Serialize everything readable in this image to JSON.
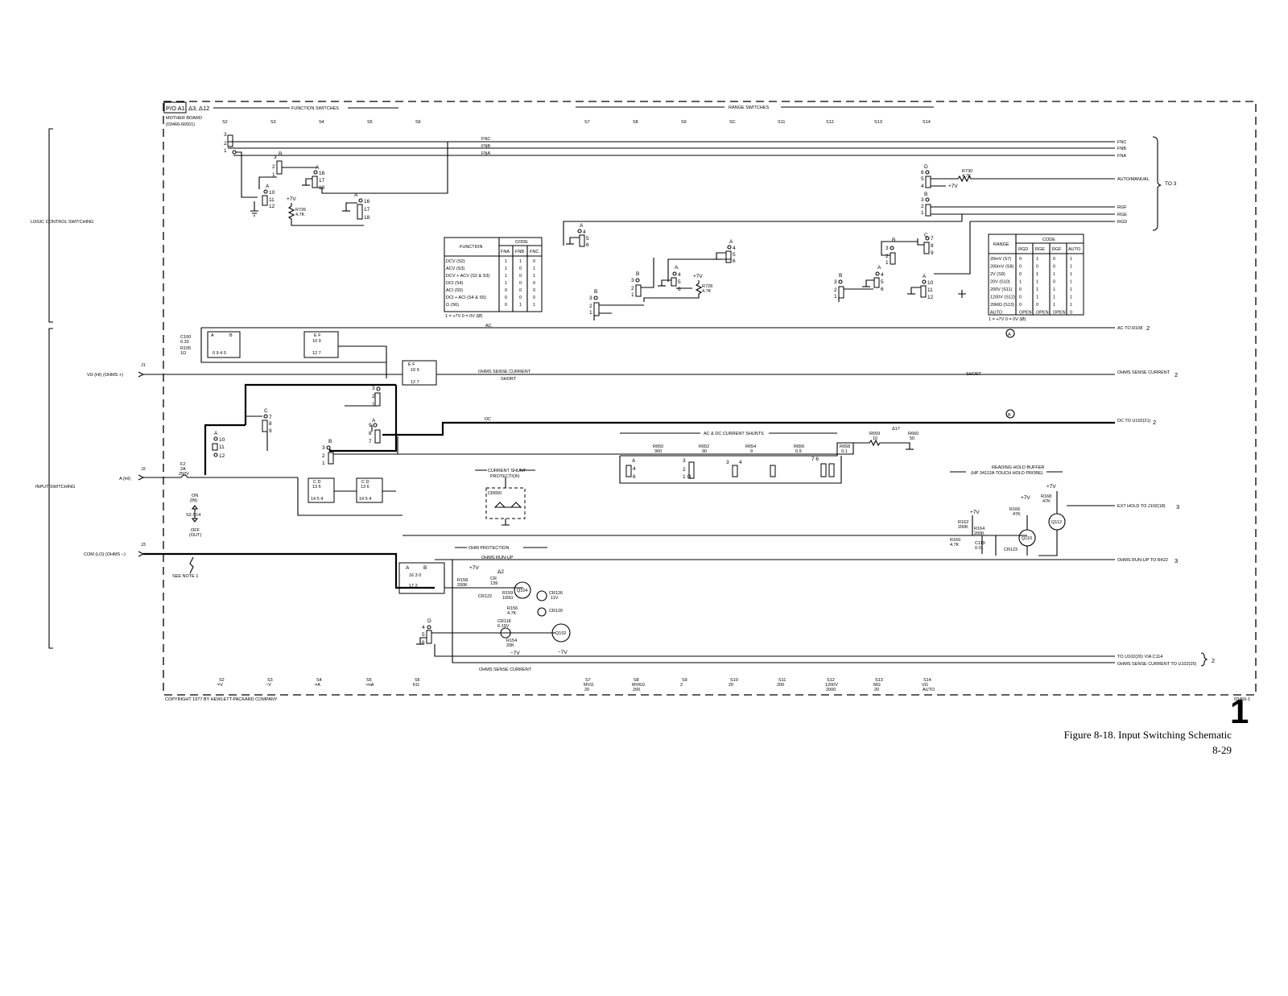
{
  "header": {
    "assembly": "P/O A1",
    "revision_marks": "Δ3, Δ12",
    "board_title": "MOTHER BOARD",
    "board_part": "(03466-66501)",
    "function_switches_label": "FUNCTION SWITCHES",
    "range_switches_label": "RANGE SWITCHES",
    "top_switches": [
      "S2",
      "S3",
      "S4",
      "S5",
      "S6",
      "S7",
      "S8",
      "S9",
      "SC",
      "S11",
      "S12",
      "S13",
      "S14"
    ]
  },
  "side_labels": {
    "logic": "LOGIC CONTROL SWITCHING",
    "input": "INPUT SWITCHING"
  },
  "buses": {
    "fnc": "FNC",
    "fnb": "FNB",
    "fna": "FNA",
    "auto_manual": "AUTO/MANUAL",
    "rgf": "RGF",
    "rge": "RGE",
    "rgd": "RGD",
    "to3": "TO 3",
    "r730": "R730",
    "r730_val": "4.7K",
    "plus7": "+7V",
    "r726": "R726",
    "r726_val": "4.7K",
    "r728": "R728",
    "r728_val": "4.7K"
  },
  "function_table": {
    "head_function": "FUNCTION",
    "head_code": "CODE",
    "cols": [
      "FNA",
      "FNB",
      "FNC"
    ],
    "rows": [
      [
        "DCV (S2)",
        "1",
        "1",
        "0"
      ],
      [
        "ACV (S3)",
        "1",
        "0",
        "1"
      ],
      [
        "DCV + ACV (S2 & S3)",
        "1",
        "0",
        "1"
      ],
      [
        "DCI (S4)",
        "1",
        "0",
        "0"
      ],
      [
        "ACI (S5)",
        "0",
        "0",
        "0"
      ],
      [
        "DCI + ACI (S4 & S5)",
        "0",
        "0",
        "0"
      ],
      [
        "Ω (S6)",
        "0",
        "1",
        "1"
      ]
    ],
    "legend": "1 = +7V   0 = 0V (Ø)"
  },
  "range_table": {
    "head_range": "RANGE",
    "head_code": "CODE",
    "cols": [
      "RGD",
      "RGE",
      "RGF",
      "AUTO"
    ],
    "rows": [
      [
        "20mV (S7)",
        "0",
        "1",
        "0",
        "1"
      ],
      [
        "200mV (S8)",
        "0",
        "0",
        "0",
        "1"
      ],
      [
        "2V (S9)",
        "0",
        "1",
        "1",
        "1"
      ],
      [
        "20V (S10)",
        "1",
        "1",
        "0",
        "1"
      ],
      [
        "200V (S11)",
        "0",
        "1",
        "1",
        "1"
      ],
      [
        "1200V (S12)",
        "0",
        "1",
        "1",
        "1"
      ],
      [
        "20MΩ (S13)",
        "0",
        "0",
        "1",
        "1"
      ],
      [
        "AUTO",
        "OPEN",
        "OPEN",
        "OPEN",
        "0"
      ]
    ],
    "legend": "1 = +7V   0 = 0V (Ø)"
  },
  "signals": {
    "ac": "AC",
    "ac_out": "AC TO R108",
    "ac_out_sheet": "2",
    "ohms_sense": "OHMS SENSE CURRENT",
    "ohms_sense_out": "OHMS SENSE CURRENT",
    "ohms_sense_sheet": "2",
    "short": "SHORT",
    "dc": "DC",
    "dc_out": "DC TO U102(21)",
    "dc_sheet": "2",
    "marker_a": "A",
    "marker_b": "B",
    "ext_hold": "EXT HOLD TO J102(18)",
    "ext_hold_sheet": "3",
    "ohms_runup_label": "OHMS RUN-UP",
    "ohms_runup_out": "OHMS RUN-UP TO R422",
    "ohms_runup_sheet": "3",
    "to_u102": "TO U102(26) VIA C114",
    "ohms_sense_u102": "OHMS SENSE CURRENT TO U102(25)",
    "bottom_sheet": "2",
    "ohms_sense_bottom": "OHMS SENSE CURRENT"
  },
  "inputs": {
    "vohm": "VΩ (HI) (OHMS +)",
    "amp": "A (HI)",
    "com": "COM (LO) (OHMS −)",
    "j1": "J1",
    "j2": "J2",
    "j3": "J3",
    "fuse": "F2",
    "fuse_rating": "2A",
    "fuse_volt": "250V",
    "on": "ON",
    "in": "(IN)",
    "s2s14": "S2-S14",
    "off": "OFF",
    "out": "(OUT)",
    "see_note": "SEE NOTE 1"
  },
  "components": {
    "c100": "C100",
    "c100_val": "0.33",
    "r105": "R105",
    "r105_val": "1Ω",
    "shunts_title": "AC & DC CURRENT SHUNTS",
    "r650": "R650",
    "r650_val": "900",
    "r652": "R652",
    "r652_val": "90",
    "r654": "R654",
    "r654_val": "9",
    "r656": "R656",
    "r656_val": "0.9",
    "r658": "R658",
    "r658_val": "0.1",
    "r659": "R659",
    "r659_val": "10",
    "r660": "R660",
    "r660_val": "50",
    "cs_prot1": "CURRENT SHUNT",
    "cs_prot2": "PROTECTION",
    "cr650": "CR650",
    "ohm_prot": "OHM PROTECTION",
    "rhb1": "READING HOLD BUFFER",
    "rhb2": "(HP 34112A TOUCH HOLD PROBE)",
    "r162": "R162",
    "r162_val": "200K",
    "r164": "R164",
    "r164_val": "200K",
    "r166": "R166",
    "r166_val": "47K",
    "r168": "R168",
    "r168_val": "47K",
    "r160": "R160",
    "r160_val": "4.7K",
    "c119": "C119",
    "c119_val": "0.01",
    "cr123": "CR123",
    "q110": "Q110",
    "q112": "Q112",
    "r158": "R158",
    "r158_val": "200K",
    "cr139": "CR",
    "cr139_num": "139",
    "cr122": "CR122",
    "r159": "R159",
    "r159_val": "100Ω",
    "q104": "Q104",
    "cr126": "CR126",
    "cr126_val": "11V",
    "cr120": "CR120",
    "r156": "R156",
    "r156_val": "4.7K",
    "cr118": "CR118",
    "cr118_val": "6.19V",
    "r154": "R154",
    "r154_val": "20K",
    "q102": "Q102",
    "minus7": "−7V",
    "delta2": "Δ2"
  },
  "bottom_switches": [
    {
      "name": "S2",
      "func": "=V"
    },
    {
      "name": "S3",
      "func": "~V"
    },
    {
      "name": "S4",
      "func": "=A"
    },
    {
      "name": "S5",
      "func": "~mA"
    },
    {
      "name": "S6",
      "func": "KΩ"
    },
    {
      "name": "S7",
      "func": "MVΩ",
      "val": "20"
    },
    {
      "name": "S8",
      "func": "MVKΩ",
      "val": "200"
    },
    {
      "name": "S9",
      "func": "2"
    },
    {
      "name": "S10",
      "func": "20"
    },
    {
      "name": "S11",
      "func": "200"
    },
    {
      "name": "S12",
      "func": "1200V",
      "val": "2000"
    },
    {
      "name": "S13",
      "func": "MΩ",
      "val": "20"
    },
    {
      "name": "S14",
      "func": "VΩ",
      "val": "AUTO"
    }
  ],
  "footer": {
    "copyright": "COPYRIGHT 1977 BY HEWLETT-PACKARD COMPANY",
    "drawing_no": "03466-1",
    "big_number": "1",
    "caption": "Figure 8-18. Input Switching Schematic",
    "page": "8-29"
  }
}
